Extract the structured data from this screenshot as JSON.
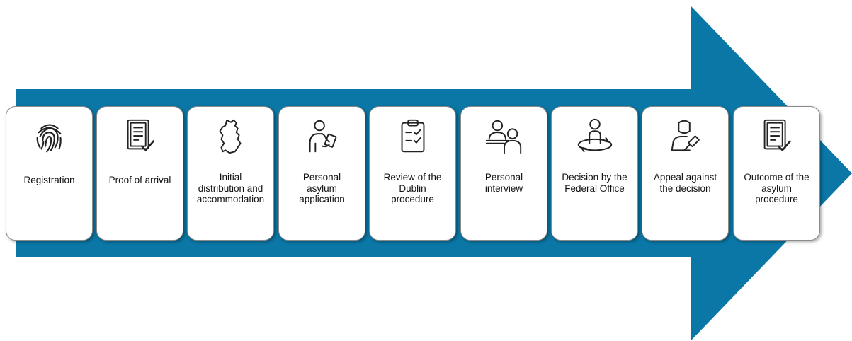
{
  "colors": {
    "arrow": "#0a77a6",
    "card_border": "#8a8a8a",
    "icon_stroke": "#222222"
  },
  "steps": [
    {
      "label": "Registration",
      "icon": "fingerprint-icon"
    },
    {
      "label": "Proof of arrival",
      "icon": "document-check-icon"
    },
    {
      "label": "Initial\ndistribution and\naccommodation",
      "icon": "germany-map-icon"
    },
    {
      "label": "Personal\nasylum\napplication",
      "icon": "person-tablet-icon"
    },
    {
      "label": "Review of the\nDublin\nprocedure",
      "icon": "clipboard-checklist-icon"
    },
    {
      "label": "Personal\ninterview",
      "icon": "interview-icon"
    },
    {
      "label": "Decision by the\nFederal Office",
      "icon": "person-decision-icon"
    },
    {
      "label": "Appeal against\nthe decision",
      "icon": "judge-gavel-icon"
    },
    {
      "label": "Outcome of the\nasylum\nprocedure",
      "icon": "document-check-icon"
    }
  ]
}
